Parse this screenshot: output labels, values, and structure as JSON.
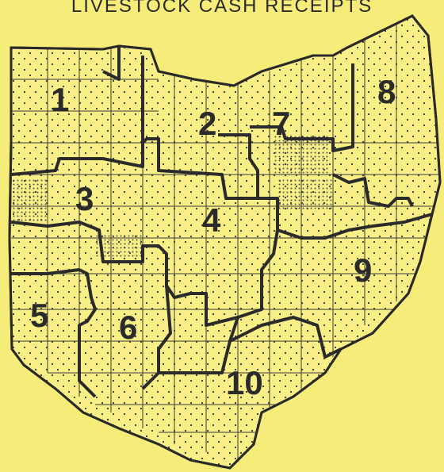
{
  "title": "LIVESTOCK CASH RECEIPTS",
  "map": {
    "colors": {
      "background": "#f6ec7a",
      "county_fill": "#f8ef86",
      "border": "#2f2f2f",
      "dots": "#333333",
      "dense_hatch": "#555555"
    },
    "districts": [
      {
        "label": "1"
      },
      {
        "label": "2"
      },
      {
        "label": "3"
      },
      {
        "label": "4"
      },
      {
        "label": "5"
      },
      {
        "label": "6"
      },
      {
        "label": "7"
      },
      {
        "label": "8"
      },
      {
        "label": "9"
      },
      {
        "label": "10"
      }
    ]
  }
}
